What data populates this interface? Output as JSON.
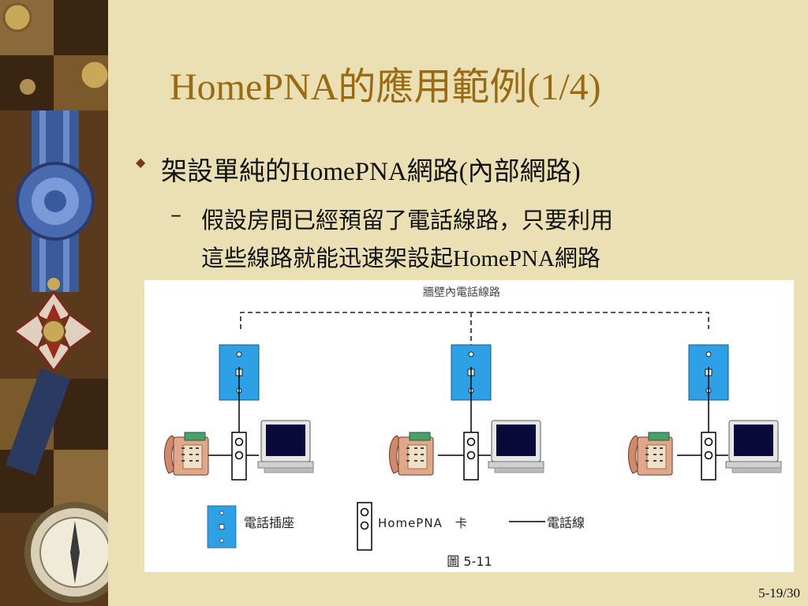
{
  "slide": {
    "title": "HomePNA的應用範例(1/4)",
    "bullet": "架設單純的HomePNA網路(內部網路)",
    "sub_dash": "–",
    "sub_line1": "假設房間已經預留了電話線路，只要利用",
    "sub_line2": "這些線路就能迅速架設起HomePNA網路",
    "page_number": "5-19/30"
  },
  "figure": {
    "wall_label": "牆壁內電話線路",
    "legend_jack": "電話插座",
    "legend_card": "HomePNA　卡",
    "legend_line": "電話線",
    "caption": "圖 5-11"
  },
  "colors": {
    "background": "#ebe0b4",
    "title": "#9a6a12",
    "jack_blue": "#2ea0e6",
    "bullet": "#7a3a10"
  }
}
